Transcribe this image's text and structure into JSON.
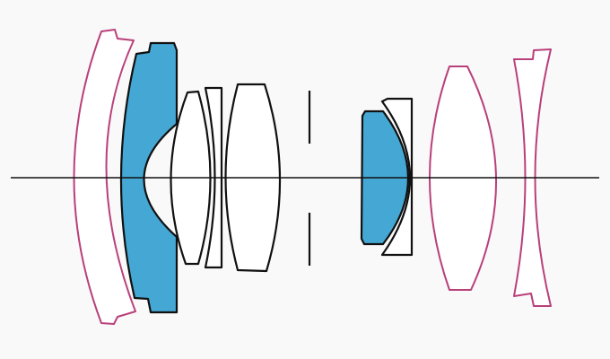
{
  "diagram": {
    "title": "",
    "colors": {
      "background": "#f9f9f9",
      "outline": "#111111",
      "aspherical_outline": "#b8407a",
      "special_glass_fill": "#45a8d4",
      "standard_fill": "#ffffff"
    },
    "elements": [
      {
        "name": "lens-element-1-aspherical",
        "group": "front",
        "type": "meniscus",
        "highlight": "aspherical"
      },
      {
        "name": "lens-element-2-special-glass",
        "group": "front",
        "type": "meniscus",
        "highlight": "special-glass"
      },
      {
        "name": "lens-element-3",
        "group": "front",
        "type": "meniscus",
        "highlight": "none"
      },
      {
        "name": "lens-element-4",
        "group": "front",
        "type": "meniscus",
        "highlight": "none"
      },
      {
        "name": "lens-element-5",
        "group": "front",
        "type": "biconvex",
        "highlight": "none"
      },
      {
        "name": "lens-element-6-special-glass",
        "group": "rear",
        "type": "cemented-positive",
        "highlight": "special-glass"
      },
      {
        "name": "lens-element-7",
        "group": "rear",
        "type": "cemented-negative",
        "highlight": "none"
      },
      {
        "name": "lens-element-8-aspherical",
        "group": "rear",
        "type": "biconvex",
        "highlight": "aspherical"
      },
      {
        "name": "lens-element-9-aspherical",
        "group": "rear",
        "type": "biconcave",
        "highlight": "aspherical"
      }
    ],
    "aperture_stop": {
      "present": true
    },
    "optical_axis": {
      "present": true
    }
  }
}
